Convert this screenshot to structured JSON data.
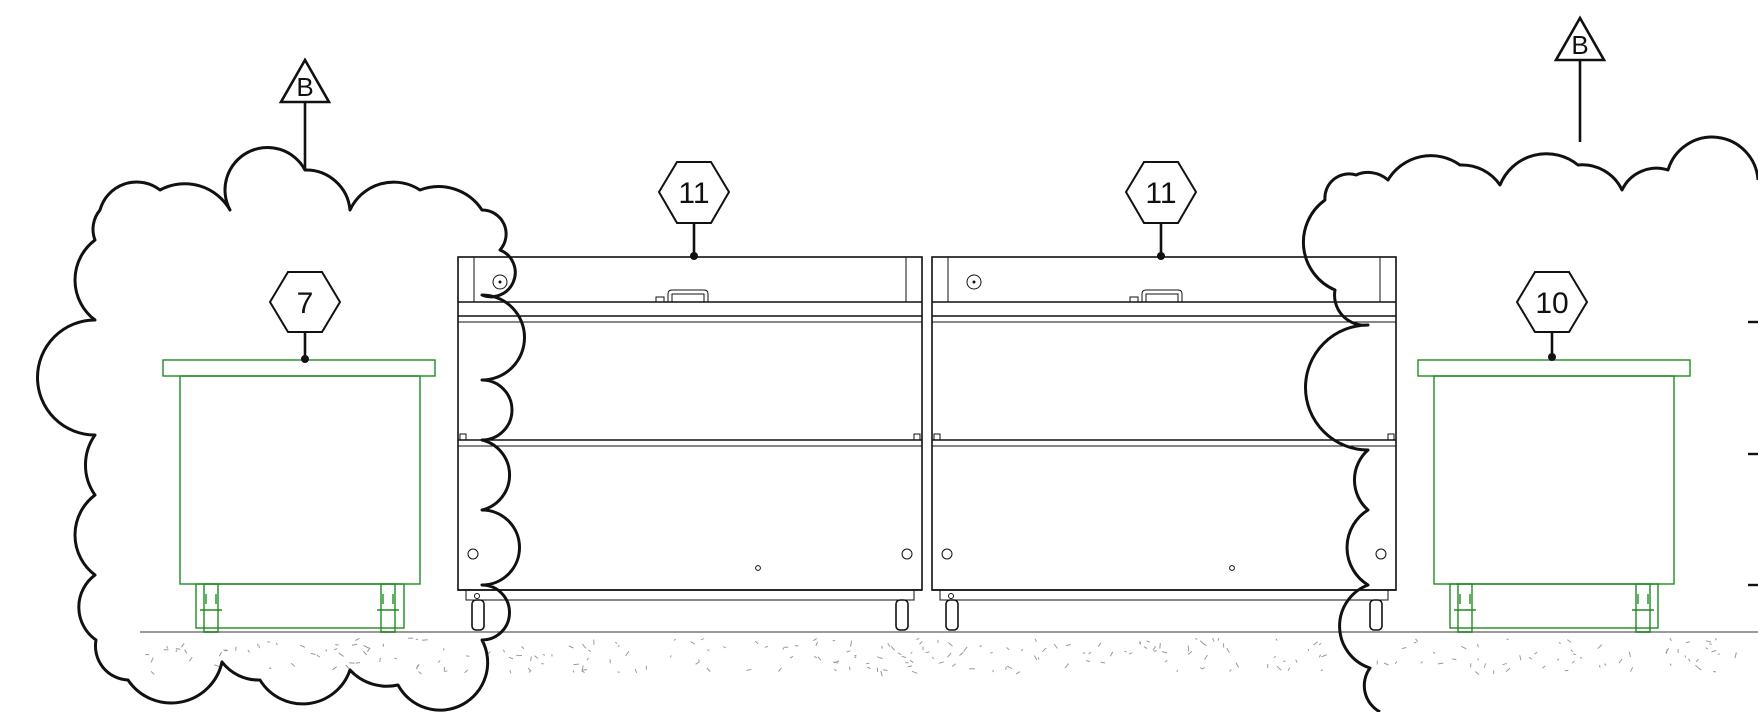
{
  "diagram": {
    "revision_tags": [
      {
        "id": "rev-left",
        "label": "B"
      },
      {
        "id": "rev-right",
        "label": "B"
      }
    ],
    "item_tags": [
      {
        "id": "tag-7",
        "label": "7"
      },
      {
        "id": "tag-11-left",
        "label": "11"
      },
      {
        "id": "tag-11-right",
        "label": "11"
      },
      {
        "id": "tag-10",
        "label": "10"
      }
    ],
    "colors": {
      "line": "#111111",
      "new_equipment": "#1e8c1e",
      "floor_hatch": "#9a9a9a"
    }
  }
}
